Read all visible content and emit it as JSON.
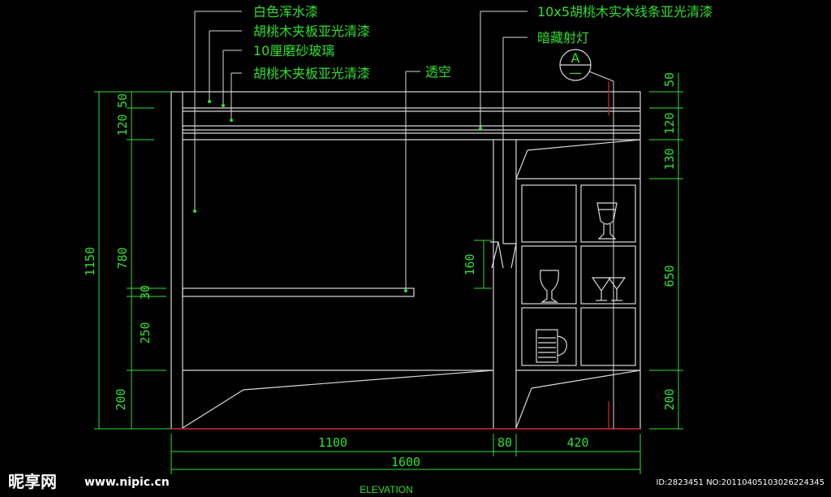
{
  "annotations": {
    "white_sealing_paint": "白色浑水漆",
    "walnut_board_1": "胡桃木夹板亚光清漆",
    "frosted_glass": "10厘磨砂玻璃",
    "walnut_board_2": "胡桃木夹板亚光清漆",
    "hollow": "透空",
    "walnut_strip": "10x5胡桃木实木线条亚光清漆",
    "hidden_spotlight": "暗藏射灯"
  },
  "section_marker": {
    "letter": "A",
    "sub": "—"
  },
  "dimensions": {
    "left_outer": "1150",
    "left": [
      "50",
      "120",
      "780",
      "30",
      "250",
      "200"
    ],
    "right": [
      "50",
      "120",
      "130",
      "650",
      "200"
    ],
    "middle": "160",
    "bottom": [
      "1100",
      "80",
      "420"
    ],
    "total": "1600"
  },
  "caption": "ELEVATION",
  "watermark": {
    "brand": "昵享网",
    "url": "www.nipic.cn"
  },
  "image_id": "ID:2823451 NO:20110405103026224345"
}
